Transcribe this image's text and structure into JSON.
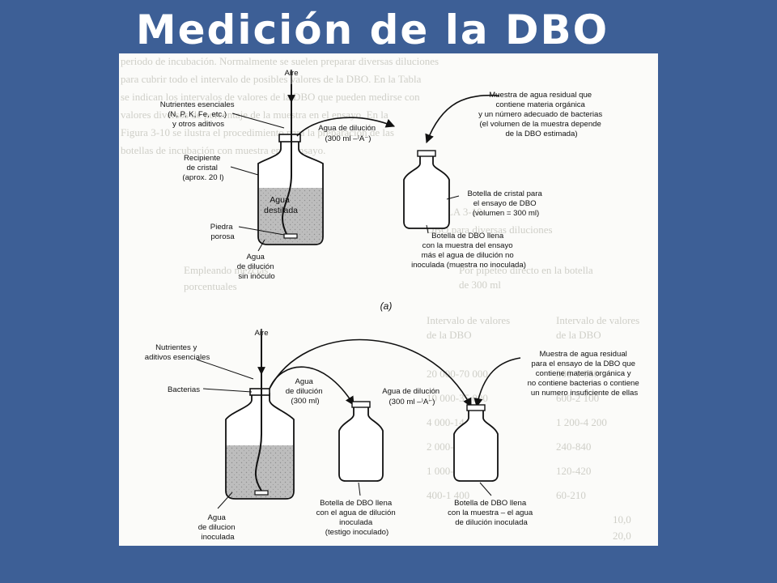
{
  "slide": {
    "title": "Medición de la DBO",
    "background_color": "#3d5f96",
    "title_color": "#ffffff"
  },
  "figure": {
    "part_a": {
      "aire": "Aire",
      "nutrientes": [
        "Nutrientes esenciales",
        "(N, P, K, Fe, etc.)",
        "y otros aditivos"
      ],
      "agua_dilucion": [
        "Agua de dilución",
        "(300 ml –⁾A⁻)"
      ],
      "muestra": [
        "Muestra de agua residual que",
        "contiene materia orgánica",
        "y un número adecuado de bacterias",
        "(el volumen de la muestra depende",
        "de la DBO estimada)"
      ],
      "recipiente": [
        "Recipiente",
        "de cristal",
        "(aprox. 20 l)"
      ],
      "agua_destilada": [
        "Agua",
        "destilada"
      ],
      "botella_cristal": [
        "Botella de cristal para",
        "el ensayo de DBO",
        "(volumen = 300 ml)"
      ],
      "piedra": [
        "Piedra",
        "porosa"
      ],
      "agua_sin_inoculo": [
        "Agua",
        "de dilución",
        "sin inóculo"
      ],
      "botella_llena": [
        "Botella de DBO llena",
        "con la muestra del ensayo",
        "más el agua de dilución no",
        "inoculada (muestra no inoculada)"
      ],
      "label": "(a)"
    },
    "part_b": {
      "aire": "Aire",
      "nutrientes": [
        "Nutrientes y",
        "aditivos esenciales"
      ],
      "bacterias": "Bacterias",
      "agua_dilucion_small": [
        "Agua",
        "de dilución",
        "(300 ml)"
      ],
      "agua_dilucion": [
        "Agua de dilución",
        "(300 ml –⁾A⁻)"
      ],
      "muestra": [
        "Muestra de agua residual",
        "para el ensayo de la DBO que",
        "contiene materia orgánica y",
        "no contiene bacterias o contiene",
        "un numero insuficiente de ellas"
      ],
      "agua_inoculada": [
        "Agua",
        "de dilucion",
        "inoculada"
      ],
      "botella_testigo": [
        "Botella de DBO llena",
        "con el agua de dilución",
        "inoculada",
        "(testigo inoculado)"
      ],
      "botella_muestra": [
        "Botella de DBO llena",
        "con la muestra – el agua",
        "de dilución inoculada"
      ]
    }
  }
}
